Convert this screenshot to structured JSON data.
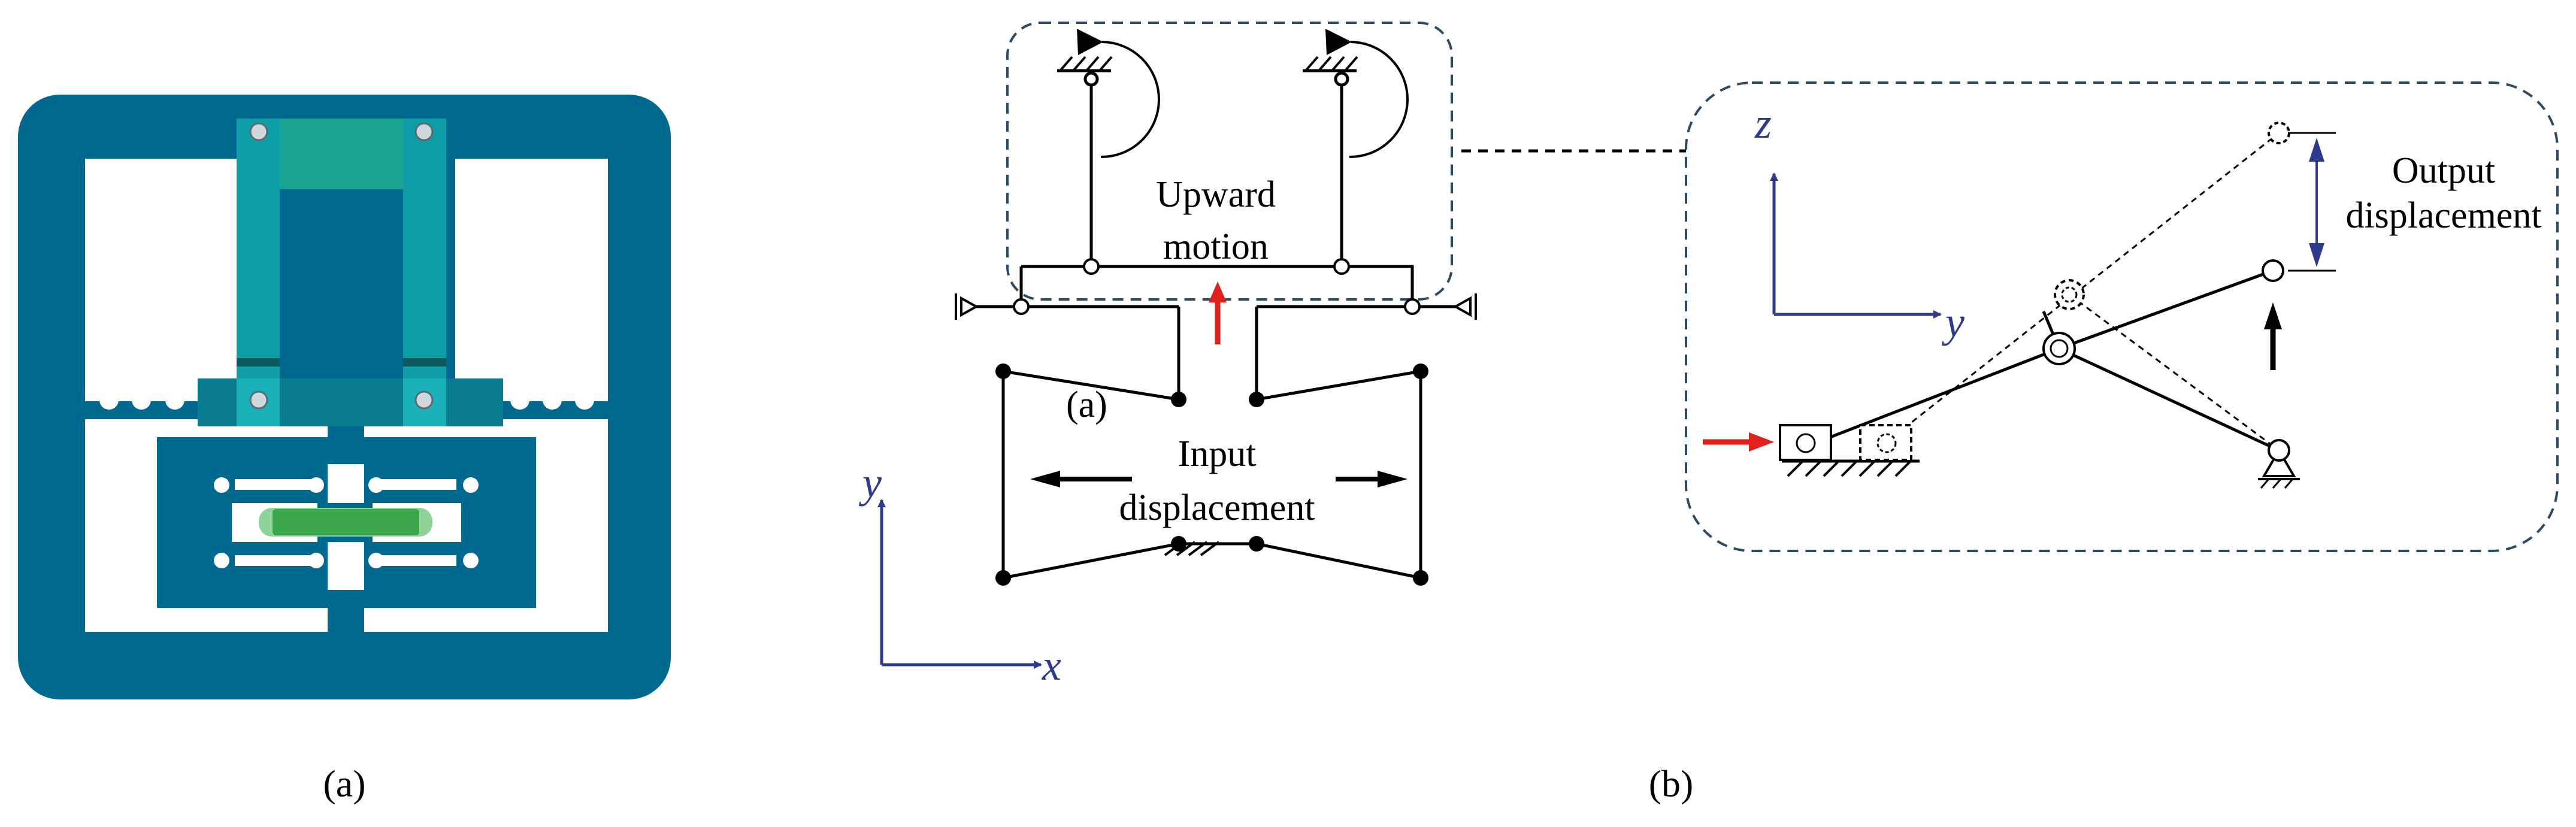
{
  "colors": {
    "frame": "#00698f",
    "teal_light": "#1aa38e",
    "teal_mid": "#0d9ea8",
    "actuator_green": "#3aa64a",
    "axis_blue": "#2e3a8c",
    "input_arrow_red": "#e0201b",
    "dashed_outline": "#2b4a66"
  },
  "panel_a": {
    "caption": "(a)"
  },
  "panel_b": {
    "caption": "(b)",
    "label_a": "(a)",
    "upward_line1": "Upward",
    "upward_line2": "motion",
    "input_line1": "Input",
    "input_line2": "displacement",
    "axis_y": "y",
    "axis_x": "x",
    "inset_axis_z": "z",
    "inset_axis_y": "y",
    "output_line1": "Output",
    "output_line2": "displacement"
  }
}
